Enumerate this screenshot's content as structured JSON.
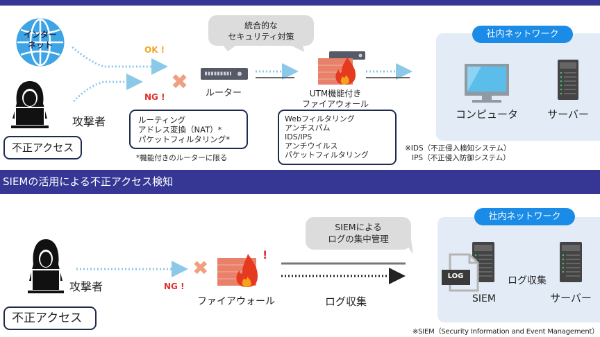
{
  "top": {
    "internet_label": "インター\nネット",
    "ok_label": "OK !",
    "ng_label": "NG !",
    "bubble": "統合的な\nセキュリティ対策",
    "router_label": "ルーター",
    "utm_label": "UTM機能付き\nファイアウォール",
    "attacker_label": "攻撃者",
    "unauthorized_access": "不正アクセス",
    "router_features": [
      "ルーティング",
      "アドレス変換（NAT）*",
      "パケットフィルタリング*"
    ],
    "router_footnote": "*機能付きのルーターに限る",
    "utm_features": [
      "Webフィルタリング",
      "アンチスパム",
      "IDS/IPS",
      "アンチウイルス",
      "パケットフィルタリング"
    ],
    "network_badge": "社内ネットワーク",
    "computer_label": "コンピュータ",
    "server_label": "サーバー",
    "notes": [
      "※IDS（不正侵入検知システム）",
      "IPS（不正侵入防御システム）"
    ]
  },
  "bottom": {
    "section_title": "SIEMの活用による不正アクセス検知",
    "attacker_label": "攻撃者",
    "unauthorized_access": "不正アクセス",
    "ng_label": "NG !",
    "alert_mark": "!",
    "firewall_label": "ファイアウォール",
    "bubble": "SIEMによる\nログの集中管理",
    "log_collect_label": "ログ収集",
    "network_badge": "社内ネットワーク",
    "log_doc_label": "LOG",
    "siem_label": "SIEM",
    "inner_log_collect_label": "ログ収集",
    "server_label": "サーバー",
    "footnote": "※SIEM（Security Information and Event Management）"
  },
  "colors": {
    "banner": "#363795",
    "ok": "#f5a623",
    "ng": "#e0302e",
    "badge": "#1a8be6",
    "panel": "#e3ecf6",
    "arrow": "#8cc8e8"
  }
}
